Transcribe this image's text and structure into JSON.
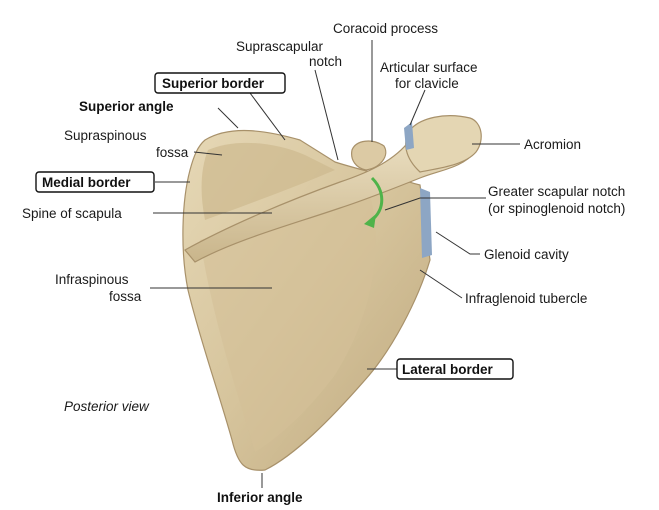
{
  "labels": {
    "coracoid_process": "Coracoid process",
    "suprascapular_notch_line1": "Suprascapular",
    "suprascapular_notch_line2": "notch",
    "articular_surface_line1": "Articular surface",
    "articular_surface_line2": "for clavicle",
    "superior_border": "Superior border",
    "superior_angle": "Superior angle",
    "supraspinous_fossa_line1": "Supraspinous",
    "supraspinous_fossa_line2": "fossa",
    "acromion": "Acromion",
    "medial_border": "Medial border",
    "greater_scapular_notch_line1": "Greater scapular notch",
    "greater_scapular_notch_line2": "(or spinoglenoid notch)",
    "spine_of_scapula": "Spine of scapula",
    "glenoid_cavity": "Glenoid cavity",
    "infraspinous_fossa_line1": "Infraspinous",
    "infraspinous_fossa_line2": "fossa",
    "infraglenoid_tubercle": "Infraglenoid tubercle",
    "lateral_border": "Lateral border",
    "posterior_view": "Posterior view",
    "inferior_angle": "Inferior angle"
  },
  "colors": {
    "bone": "#d9c9a3",
    "bone_shadow": "#b9a57c",
    "bone_highlight": "#ece0c2",
    "glenoid_blue": "#8da6c4",
    "arrow_green": "#4fb34a"
  }
}
